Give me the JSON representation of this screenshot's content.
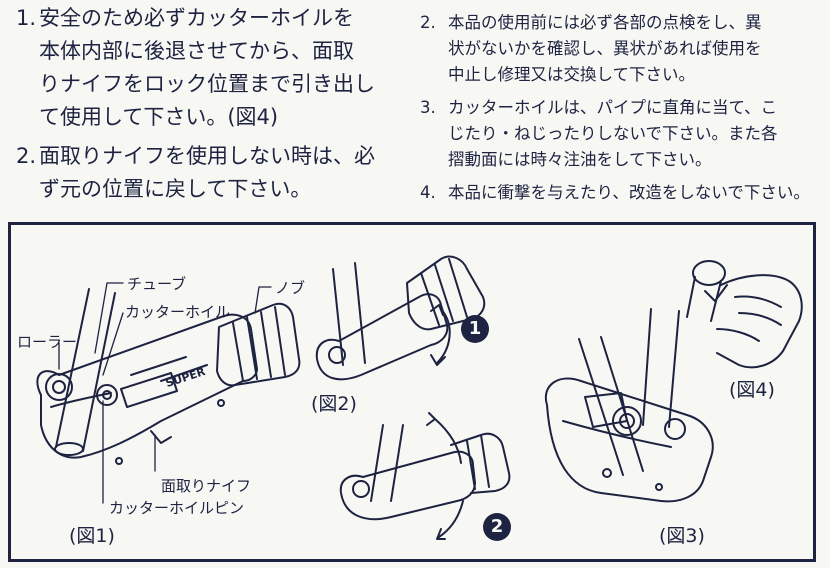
{
  "left_items": [
    {
      "num": "1.",
      "lines": [
        "安全のため必ずカッターホイルを",
        "本体内部に後退させてから、面取",
        "りナイフをロック位置まで引き出し",
        "て使用して下さい。(図4)"
      ]
    },
    {
      "num": "2.",
      "lines": [
        "面取りナイフを使用しない時は、必",
        "ず元の位置に戻して下さい。"
      ]
    }
  ],
  "right_items": [
    {
      "num": "2.",
      "lines": [
        "本品の使用前には必ず各部の点検をし、異",
        "状がないかを確認し、異状があれば使用を",
        "中止し修理又は交換して下さい。"
      ]
    },
    {
      "num": "3.",
      "lines": [
        "カッターホイルは、パイプに直角に当て、こ",
        "じたり・ねじったりしないで下さい。また各",
        "摺動面には時々注油をして下さい。"
      ]
    },
    {
      "num": "4.",
      "lines": [
        "本品に衝撃を与えたり、改造をしないで下さい。"
      ]
    }
  ],
  "fig1": {
    "caption": "(図1)",
    "labels": {
      "tube": "チューブ",
      "knob": "ノブ",
      "cutter_wheel": "カッターホイル",
      "roller": "ローラー",
      "chamfer_knife": "面取りナイフ",
      "cutter_pin": "カッターホイルピン",
      "brand": "SUPER"
    }
  },
  "fig2": {
    "caption": "(図2)",
    "step1": "1",
    "step2": "2"
  },
  "fig3": {
    "caption": "(図3)"
  },
  "fig4": {
    "caption": "(図4)"
  },
  "colors": {
    "ink": "#1d2340",
    "paper": "#f7f7f4",
    "highlight": "#ffffff"
  }
}
